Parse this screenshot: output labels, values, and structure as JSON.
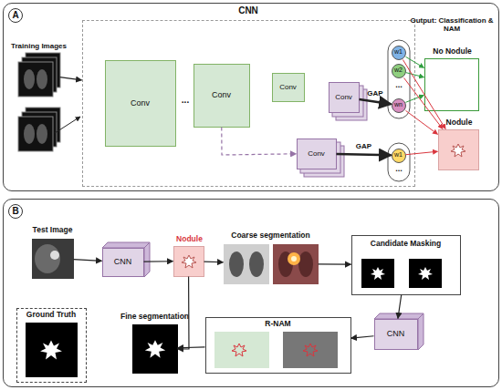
{
  "diagram": {
    "nodes": [
      {
        "text": [
          "A"
        ]
      },
      {
        "text": [
          "CNN"
        ],
        "in": 0
      },
      {
        "text": [
          "Training Images"
        ],
        "in": 0
      },
      {
        "text": [
          "Conv"
        ],
        "in": 1
      },
      {
        "text": [
          "Conv"
        ],
        "in": 1
      },
      {
        "text": [
          "Conv"
        ],
        "in": 1
      },
      {
        "text": [
          "Conv"
        ],
        "in": 1
      },
      {
        "text": [
          "Conv"
        ],
        "in": 1
      },
      {
        "text": [
          "w1"
        ],
        "in": 1
      },
      {
        "text": [
          "w2"
        ],
        "in": 1
      },
      {
        "text": [
          "wn"
        ],
        "in": 1
      },
      {
        "text": [
          "w1"
        ],
        "in": 1
      },
      {
        "text": [
          "No Nodule"
        ],
        "in": 0
      },
      {
        "text": [
          "Nodule"
        ],
        "in": 0
      },
      {
        "text": [
          "B"
        ]
      },
      {
        "text": [
          "Test Image"
        ],
        "in": 14
      },
      {
        "text": [
          "CNN"
        ],
        "in": 14
      },
      {
        "text": [
          "Nodule"
        ],
        "in": 14
      },
      {
        "text": [
          "Coarse segmentation"
        ],
        "in": 14
      },
      {
        "text": [
          "Candidate Masking"
        ],
        "in": 14
      },
      {
        "text": [
          "CNN"
        ],
        "in": 14
      },
      {
        "text": [
          "R-NAM"
        ],
        "in": 14
      },
      {
        "text": [
          "Fine segmentation"
        ],
        "in": 14
      },
      {
        "text": [
          "Ground Truth"
        ],
        "in": 14
      }
    ],
    "edges": [
      {
        "from": 2,
        "to": 1,
        "arrow": "to"
      },
      {
        "from": 4,
        "to": 7,
        "arrow": "to"
      },
      {
        "from": 6,
        "to": 10,
        "label": "GAP",
        "arrow": "to"
      },
      {
        "from": 7,
        "to": 11,
        "label": "GAP",
        "arrow": "to"
      },
      {
        "from": 8,
        "to": 12,
        "arrow": "to"
      },
      {
        "from": 9,
        "to": 12,
        "arrow": "to"
      },
      {
        "from": 10,
        "to": 12,
        "arrow": "to"
      },
      {
        "from": 8,
        "to": 13,
        "arrow": "to"
      },
      {
        "from": 9,
        "to": 13,
        "arrow": "to"
      },
      {
        "from": 10,
        "to": 13,
        "arrow": "to"
      },
      {
        "from": 11,
        "to": 13,
        "arrow": "to"
      },
      {
        "from": 15,
        "to": 16,
        "arrow": "to"
      },
      {
        "from": 16,
        "to": 17,
        "arrow": "to"
      },
      {
        "from": 17,
        "to": 18,
        "arrow": "to"
      },
      {
        "from": 18,
        "to": 19,
        "arrow": "to"
      },
      {
        "from": 19,
        "to": 20,
        "arrow": "to"
      },
      {
        "from": 20,
        "to": 21,
        "arrow": "to"
      },
      {
        "from": 21,
        "to": 22,
        "arrow": "to"
      },
      {
        "from": 17,
        "to": 22,
        "arrow": "to"
      }
    ],
    "labels": [
      "Output: Classification & NAM",
      "...",
      "...",
      "..."
    ]
  }
}
